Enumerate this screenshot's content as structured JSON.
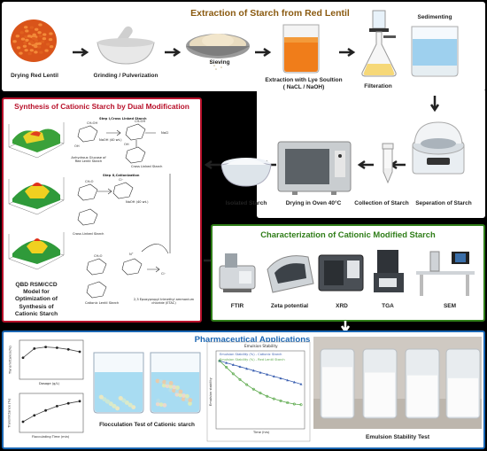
{
  "top": {
    "title": "Extraction of Starch from Red Lentil",
    "steps": {
      "drying": "Drying Red Lentil",
      "grinding": "Grinding / Pulverization",
      "sieving": "Sieving",
      "extraction_l1": "Extraction with Lye Soultion",
      "extraction_l2": "( NaCL / NaOH)",
      "filteration": "Filteration",
      "sedimenting": "Sedimenting",
      "separation": "Seperation of Starch",
      "collection": "Collection of Starch",
      "drying_oven": "Drying in Oven 40°C",
      "isolated": "Isolated Starch"
    }
  },
  "synthesis": {
    "title": "Synthesis of Cationic Starch by Dual Modification",
    "step1": "Step I,Cross Linked Starch",
    "step2": "Step II,Cationization",
    "anhydrous": "Anhydrous Glucose of Red Lentil Starch",
    "cross_linked": "Cross Linked Starch",
    "cross_linked_2": "Cross Linked Starch",
    "cationic_linked": "Cationic Lentil Starch",
    "etac": "2,3 Epoxypropyl trimethyl ammonium chloride (ETAC)",
    "naoh": "NaOH (40 wt.)",
    "nacl": "NaCl",
    "qbd_l1": "QBD RSM/CCD",
    "qbd_l2": "Model for",
    "qbd_l3": "Optimization of",
    "qbd_l4": "Synthesis of",
    "qbd_l5": "Cationic Starch"
  },
  "characterization": {
    "title": "Characterization of Cationic Modified Starch",
    "items": [
      "FTIR",
      "Zeta potential",
      "XRD",
      "TGA",
      "SEM"
    ]
  },
  "pharma": {
    "title": "Pharmaceutical Applications",
    "flocculation": "Flocculation Test of Cationic starch",
    "emulsion": "Emulsion Stability Test",
    "chart1_ylabel": "Transmittance(%)",
    "chart1_xlabel": "Dosage (g/L)",
    "chart2_ylabel": "Transmittance (%)",
    "chart2_xlabel": "Flocculating Time (min)",
    "chart3_title": "Emulsion Stability",
    "chart3_legend1": "Emulsion Stability (%) - Cationic Starch",
    "chart3_legend2": "Emulsion Stability (%) - Red Lentil Starch",
    "chart3_xlabel": "Time (hrs)",
    "chart3_ylabel": "Emulsion stability"
  },
  "colors": {
    "title_brown": "#8a5a10",
    "title_red": "#b8102a",
    "title_green": "#2f7d18",
    "title_blue": "#1a66b3"
  },
  "chart_data": [
    {
      "type": "line",
      "x": [
        0,
        0.5,
        1,
        1.5,
        2,
        2.5
      ],
      "values": [
        45,
        68,
        72,
        70,
        66,
        60
      ],
      "ylim": [
        0,
        80
      ]
    },
    {
      "type": "line",
      "x": [
        0,
        5,
        10,
        15,
        20,
        25
      ],
      "values": [
        20,
        38,
        52,
        64,
        72,
        78
      ],
      "ylim": [
        0,
        90
      ]
    },
    {
      "type": "line",
      "x": [
        0,
        1,
        2,
        3,
        4,
        5,
        6,
        7,
        8,
        9,
        10,
        11,
        12
      ],
      "series": [
        {
          "name": "Emulsion Stability (%) - Cationic Starch",
          "values": [
            100,
            97,
            94,
            91,
            88,
            85,
            82,
            79,
            76,
            73,
            70,
            67,
            64
          ]
        },
        {
          "name": "Emulsion Stability (%) - Red Lentil Starch",
          "values": [
            100,
            90,
            80,
            71,
            63,
            56,
            50,
            45,
            41,
            38,
            35,
            33,
            32
          ]
        }
      ],
      "ylim": [
        0,
        110
      ]
    }
  ]
}
